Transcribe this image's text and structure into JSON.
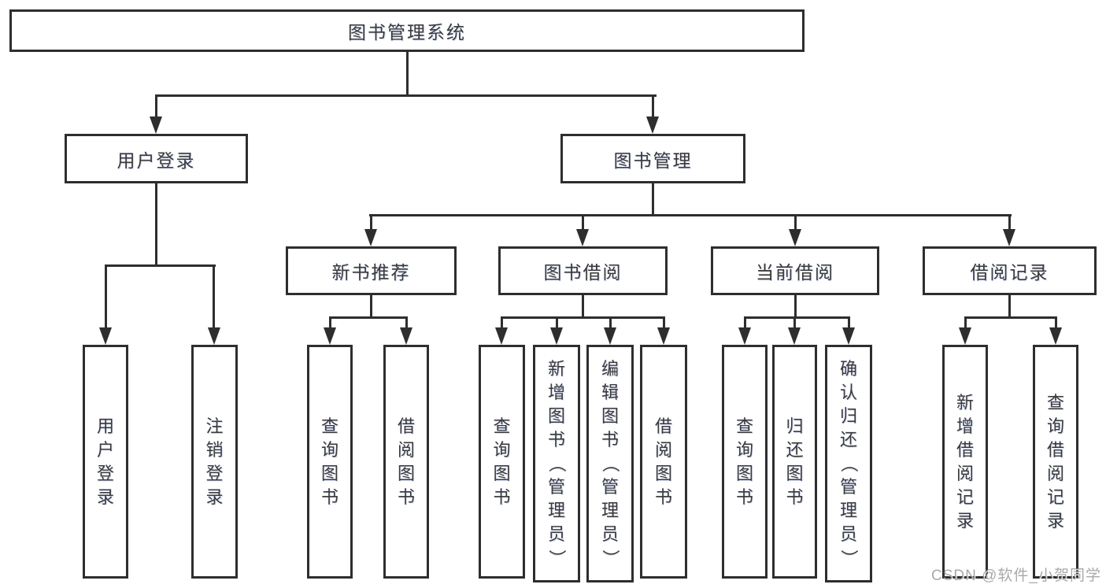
{
  "diagram": {
    "title": "图书管理系统",
    "branches": {
      "user_login": {
        "label": "用户登录",
        "children": [
          "用户登录",
          "注销登录"
        ]
      },
      "book_management": {
        "label": "图书管理",
        "groups": [
          {
            "label": "新书推荐",
            "children": [
              "查询图书",
              "借阅图书"
            ]
          },
          {
            "label": "图书借阅",
            "children": [
              "查询图书",
              "新增图书（管理员）",
              "编辑图书（管理员）",
              "借阅图书"
            ]
          },
          {
            "label": "当前借阅",
            "children": [
              "查询图书",
              "归还图书",
              "确认归还（管理员）"
            ]
          },
          {
            "label": "借阅记录",
            "children": [
              "新增借阅记录",
              "查询借阅记录"
            ]
          }
        ]
      }
    }
  },
  "watermark": "CSDN @软件_小贺同学",
  "colors": {
    "line": "#2e2e2e",
    "text": "#3a3a3a",
    "watermark": "#8c8c8c",
    "background": "#ffffff"
  }
}
